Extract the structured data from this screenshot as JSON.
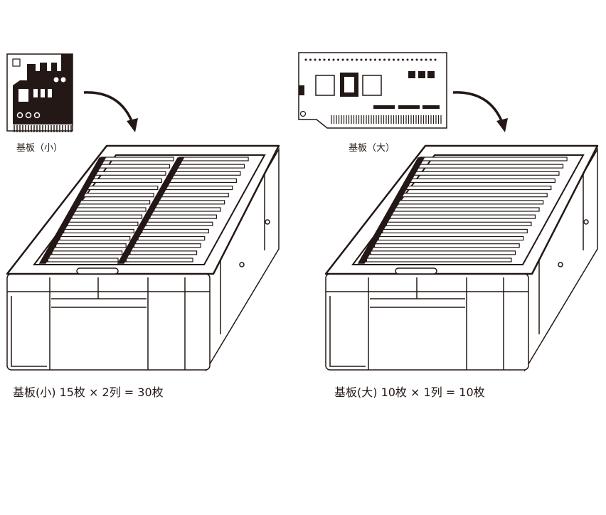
{
  "boards": [
    {
      "name": "基板（小）",
      "caption": "基板(小) 15枚 × 2列 = 30枚",
      "per_row": 15,
      "rows": 2
    },
    {
      "name": "基板（大）",
      "caption": "基板(大) 10枚 × 1列 = 10枚",
      "per_row": 10,
      "rows": 1
    }
  ],
  "colors": {
    "ink": "#231815",
    "background": "#ffffff"
  }
}
